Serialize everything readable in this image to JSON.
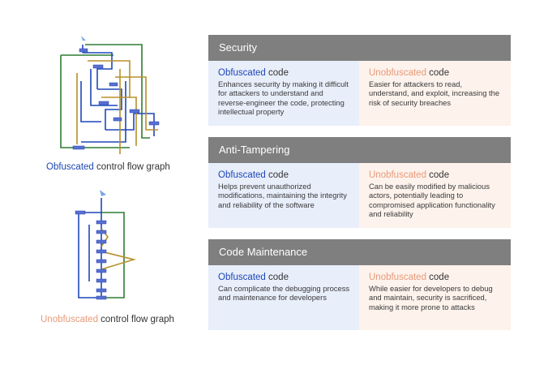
{
  "captions": {
    "obfuscated": {
      "highlight": "Obfuscated",
      "rest": " control flow graph"
    },
    "unobfuscated": {
      "highlight": "Unobfuscated",
      "rest": " control flow graph"
    }
  },
  "sections": [
    {
      "heading": "Security",
      "left": {
        "highlight": "Obfuscated",
        "rest": " code",
        "text": "Enhances security by making it difficult for attackers to understand and reverse-engineer the code, protecting intellectual property"
      },
      "right": {
        "highlight": "Unobfuscated",
        "rest": " code",
        "text": "Easier for attackers to read, understand, and exploit, increasing the risk of security breaches"
      }
    },
    {
      "heading": "Anti-Tampering",
      "left": {
        "highlight": "Obfuscated",
        "rest": " code",
        "text": "Helps prevent unauthorized modifications, maintaining the integrity and reliability of the software"
      },
      "right": {
        "highlight": "Unobfuscated",
        "rest": " code",
        "text": "Can be easily modified by malicious actors, potentially leading to compromised application functionality and reliability"
      }
    },
    {
      "heading": "Code Maintenance",
      "left": {
        "highlight": "Obfuscated",
        "rest": " code",
        "text": "Can complicate the debugging process and maintenance for developers"
      },
      "right": {
        "highlight": "Unobfuscated",
        "rest": " code",
        "text": "While easier for developers to debug and maintain, security is sacrificed, making it more prone to attacks"
      }
    }
  ],
  "colors": {
    "blue": "#1f47b8",
    "green": "#2f7d32",
    "olive": "#b8902a",
    "accent_obf": "#1f47b8",
    "accent_unobf": "#e89a78"
  }
}
